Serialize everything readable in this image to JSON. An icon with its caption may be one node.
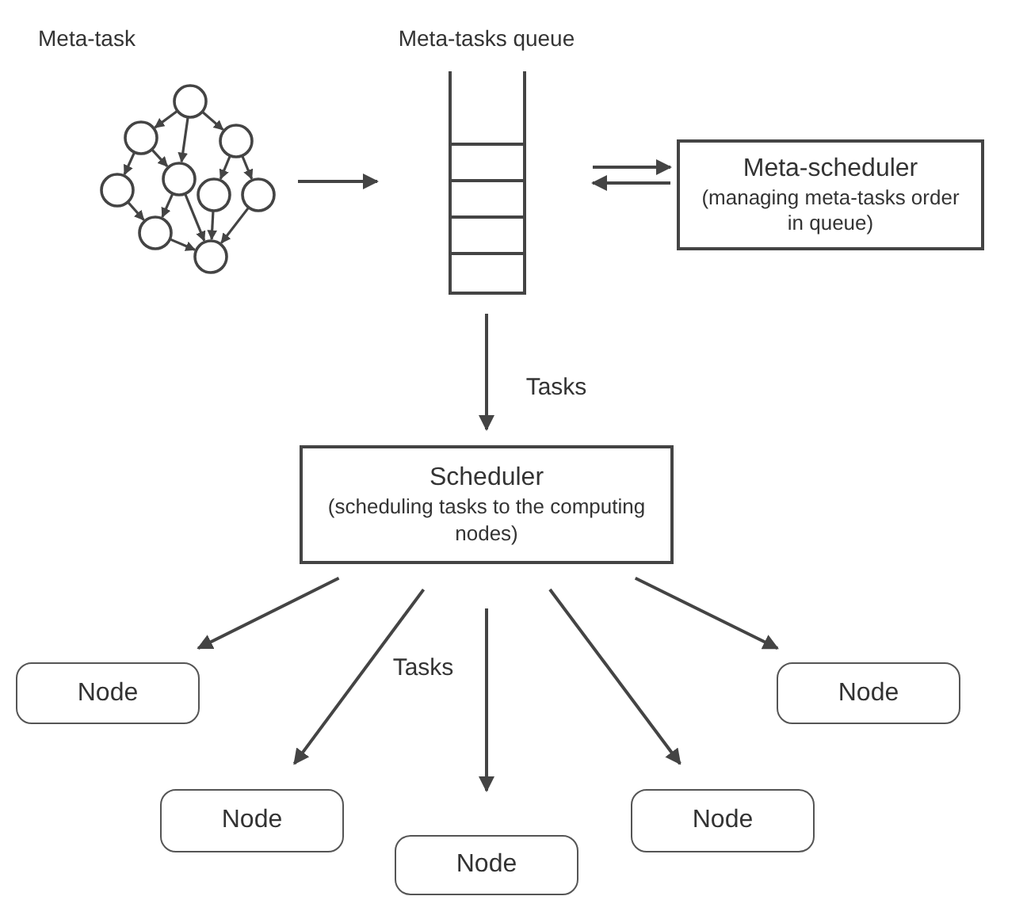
{
  "diagram": {
    "nodes": [
      {
        "text": [
          "Meta-task"
        ]
      },
      {
        "text": [
          "Meta-tasks queue"
        ]
      },
      {
        "text": [
          "Meta-scheduler",
          "(managing meta-tasks order in queue)"
        ]
      },
      {
        "text": [
          "Scheduler",
          "(scheduling tasks to the computing nodes)"
        ]
      },
      {
        "text": [
          "Node"
        ]
      },
      {
        "text": [
          "Node"
        ]
      },
      {
        "text": [
          "Node"
        ]
      },
      {
        "text": [
          "Node"
        ]
      },
      {
        "text": [
          "Node"
        ]
      }
    ],
    "edges": [
      {
        "from": 0,
        "to": 1,
        "arrow": "to"
      },
      {
        "from": 1,
        "to": 2,
        "arrow": "to"
      },
      {
        "from": 2,
        "to": 1,
        "arrow": "to"
      },
      {
        "from": 1,
        "to": 3,
        "arrow": "to",
        "label": "Tasks"
      },
      {
        "from": 3,
        "to": 4,
        "arrow": "to"
      },
      {
        "from": 3,
        "to": 5,
        "arrow": "to"
      },
      {
        "from": 3,
        "to": 6,
        "arrow": "to",
        "label": "Tasks"
      },
      {
        "from": 3,
        "to": 7,
        "arrow": "to"
      },
      {
        "from": 3,
        "to": 8,
        "arrow": "to"
      }
    ]
  }
}
